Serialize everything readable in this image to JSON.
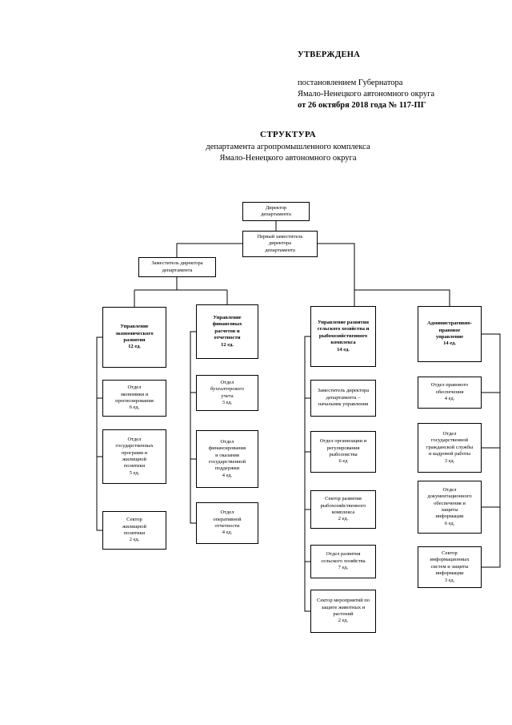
{
  "approval": {
    "stamp": "УТВЕРЖДЕНА",
    "lines": [
      "постановлением Губернатора",
      "Ямало-Ненецкого автономного округа",
      "от 26 октября 2018 года № 117-ПГ"
    ]
  },
  "heading": {
    "title": "СТРУКТУРА",
    "subtitle_lines": [
      "департамента агропромышленного комплекса",
      "Ямало-Ненецкого автономного округа"
    ]
  },
  "org": {
    "director": {
      "label": "Директор\nдепартамента"
    },
    "first_deputy": {
      "label": "Первый заместитель\nдиректора\nдепартамента"
    },
    "deputy": {
      "label": "Заместитель директора\nдепартамента"
    },
    "columns": [
      {
        "head": {
          "label": "Управление\nэкономического\nразвития",
          "count": "12 ед."
        },
        "items": [
          {
            "label": "Отдел\nэкономики и\nпрогнозирования",
            "count": "6 ед."
          },
          {
            "label": "Отдел\nгосударственных\nпрограмм и\nжилищной\nполитики",
            "count": "5 ед."
          },
          {
            "label": "Сектор\nжилищной\nполитики",
            "count": "2 ед."
          }
        ]
      },
      {
        "head": {
          "label": "Управление\nфинансовых\nрасчетов и\nотчетности",
          "count": "12 ед."
        },
        "items": [
          {
            "label": "Отдел\nбухгалтерского\nучета",
            "count": "3 ед."
          },
          {
            "label": "Отдел\nфинансирования\nи оказания\nгосударственной\nподдержки",
            "count": "4 ед."
          },
          {
            "label": "Отдел\nоперативной\nотчетности",
            "count": "4 ед."
          }
        ]
      },
      {
        "head": {
          "label": "Управление развития\nсельского хозяйства и\nрыбохозяйственного\nкомплекса",
          "count": "14 ед."
        },
        "items": [
          {
            "label": "Заместитель директора\nдепартамента –\nначальник управления",
            "count": ""
          },
          {
            "label": "Отдел организации и\nрегулирования\nрыболовства",
            "count": "6 ед"
          },
          {
            "label": "Сектор развития\nрыбохозяйственного\nкомплекса",
            "count": "2 ед."
          },
          {
            "label": "Отдел развития\nсельского хозяйства",
            "count": "7 ед."
          },
          {
            "label": "Сектор мероприятий по\nзащите животных и\nрастений",
            "count": "2 ед."
          }
        ]
      },
      {
        "head": {
          "label": "Административно-\nправовое\nуправление",
          "count": "14 ед."
        },
        "items": [
          {
            "label": "Отдел правового\nобеспечения",
            "count": "4 ед."
          },
          {
            "label": "Отдел\nгосударственной\nгражданской службы\nи кадровой работы",
            "count": "3 ед."
          },
          {
            "label": "Отдел\nдокументационного\nобеспечения и\nзащиты\nинформации",
            "count": "6 ед."
          },
          {
            "label": "Сектор\nинформационных\nсистем и защиты\nинформации",
            "count": "3 ед."
          }
        ]
      }
    ]
  }
}
